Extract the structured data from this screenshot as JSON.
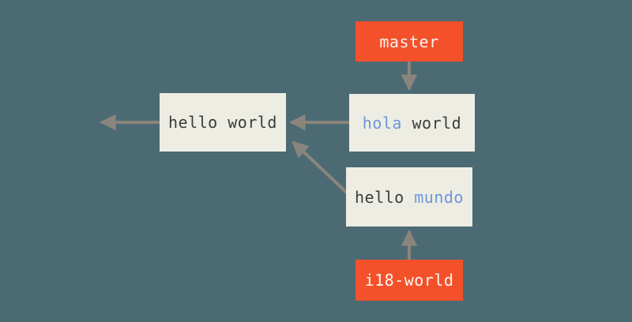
{
  "diagram": {
    "title": "git branch commit graph",
    "background_color": "#4c6a73",
    "commit_box_color": "#eeede4",
    "ref_box_color": "#f4512a",
    "arrow_color": "#8a857c",
    "commit_text_color": "#3c3c3c",
    "highlight_text_color": "#6e96da",
    "ref_text_color": "#f7f5f0",
    "nodes": {
      "hello_world": {
        "label": "hello world",
        "type": "commit"
      },
      "hola_world": {
        "label": "hola world",
        "type": "commit",
        "prefix": "hola",
        "suffix": " world"
      },
      "hello_mundo": {
        "label": "hello mundo",
        "type": "commit",
        "prefix": "hello ",
        "suffix": "mundo"
      },
      "master": {
        "label": "master",
        "type": "ref"
      },
      "i18_world": {
        "label": "i18-world",
        "type": "ref"
      }
    },
    "edges": [
      {
        "name": "hello-world-to-history",
        "from": "hello_world",
        "to": "history"
      },
      {
        "name": "hola-world-to-hello-world",
        "from": "hola_world",
        "to": "hello_world"
      },
      {
        "name": "hello-mundo-to-hello-world",
        "from": "hello_mundo",
        "to": "hello_world"
      },
      {
        "name": "master-to-hola-world",
        "from": "master",
        "to": "hola_world"
      },
      {
        "name": "i18-world-to-hello-mundo",
        "from": "i18_world",
        "to": "hello_mundo"
      }
    ]
  }
}
